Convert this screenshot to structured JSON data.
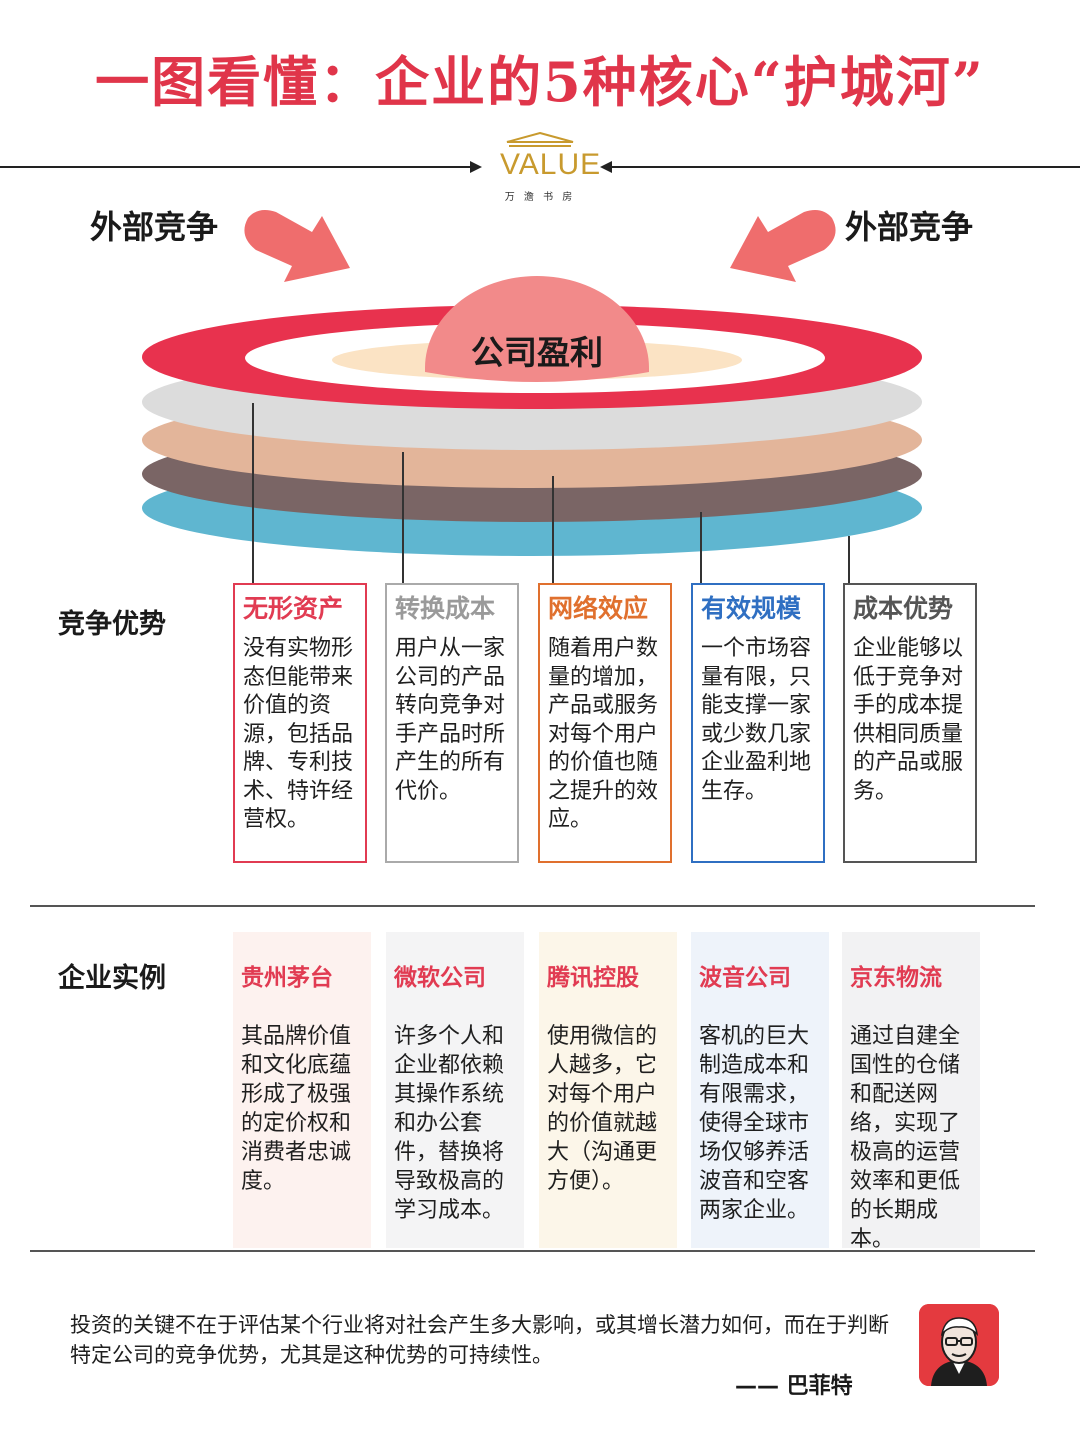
{
  "header": {
    "title": "一图看懂：企业的5种核心“护城河”"
  },
  "logo": {
    "text": "VALUE",
    "subtitle": "万 澹 书 房"
  },
  "diagram": {
    "external_left": "外部竞争",
    "external_right": "外部竞争",
    "center": "公司盈利"
  },
  "advantages": {
    "label": "竞争优势",
    "items": [
      {
        "title": "无形资产",
        "color": "#e13b52",
        "desc": "没有实物形态但能带来价值的资源，包括品牌、专利技术、特许经营权。"
      },
      {
        "title": "转换成本",
        "color": "#9a9a9a",
        "desc": "用户从一家公司的产品转向竞争对手产品时所产生的所有代价。"
      },
      {
        "title": "网络效应",
        "color": "#e0702e",
        "desc": "随着用户数量的增加，产品或服务对每个用户的价值也随之提升的效应。"
      },
      {
        "title": "有效规模",
        "color": "#2f6fc2",
        "desc": "一个市场容量有限，只能支撑一家或少数几家企业盈利地生存。"
      },
      {
        "title": "成本优势",
        "color": "#555555",
        "desc": "企业能够以低于竞争对手的成本提供相同质量的产品或服务。"
      }
    ]
  },
  "examples": {
    "label": "企业实例",
    "items": [
      {
        "title": "贵州茅台",
        "desc": "其品牌价值和文化底蕴形成了极强的定价权和消费者忠诚度。"
      },
      {
        "title": "微软公司",
        "desc": "许多个人和企业都依赖其操作系统和办公套件，替换将导致极高的学习成本。"
      },
      {
        "title": "腾讯控股",
        "desc": "使用微信的人越多，它对每个用户的价值就越大（沟通更方便）。"
      },
      {
        "title": "波音公司",
        "desc": "客机的巨大制造成本和有限需求，使得全球市场仅够养活波音和空客两家企业。"
      },
      {
        "title": "京东物流",
        "desc": "通过自建全国性的仓储和配送网络，实现了极高的运营效率和更低的长期成本。"
      }
    ]
  },
  "footer": {
    "quote": "投资的关键不在于评估某个行业将对社会产生多大影响，或其增长潜力如何，而在于判断特定公司的竞争优势，尤其是这种优势的可持续性。",
    "author": "—— 巴菲特"
  },
  "colors": {
    "title": "#e0354a",
    "ring1": "#e8324e",
    "ring2": "#dcdcdc",
    "ring3": "#e3b59a",
    "ring4": "#7a6565",
    "ring5": "#5fb6d0",
    "dome": "#f28a8a",
    "arrow": "#ef6d6d"
  }
}
